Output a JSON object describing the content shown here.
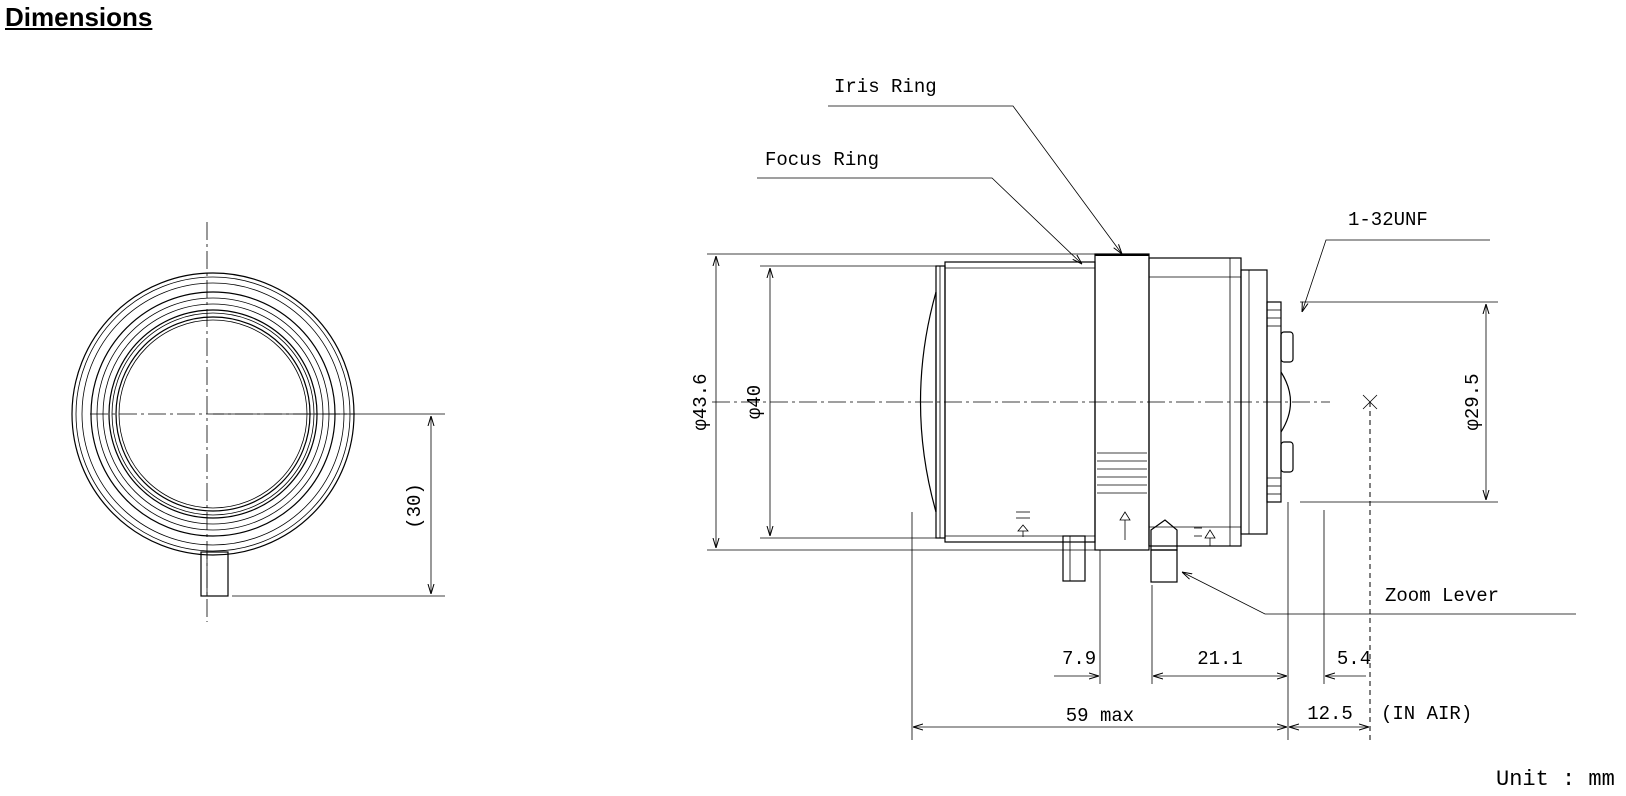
{
  "title": "Dimensions",
  "labels": {
    "iris_ring": "Iris Ring",
    "focus_ring": "Focus Ring",
    "mount_thread": "1-32UNF",
    "zoom_lever": "Zoom Lever",
    "in_air": "(IN AIR)",
    "unit": "Unit : mm"
  },
  "dimensions": {
    "outer_diameter": "φ43.6",
    "front_diameter": "φ40",
    "mount_diameter": "φ29.5",
    "lever_height": "(30)",
    "focus_offset": "7.9",
    "iris_to_mount": "21.1",
    "thread_length": "5.4",
    "total_length": "59 max",
    "back_focus": "12.5"
  }
}
